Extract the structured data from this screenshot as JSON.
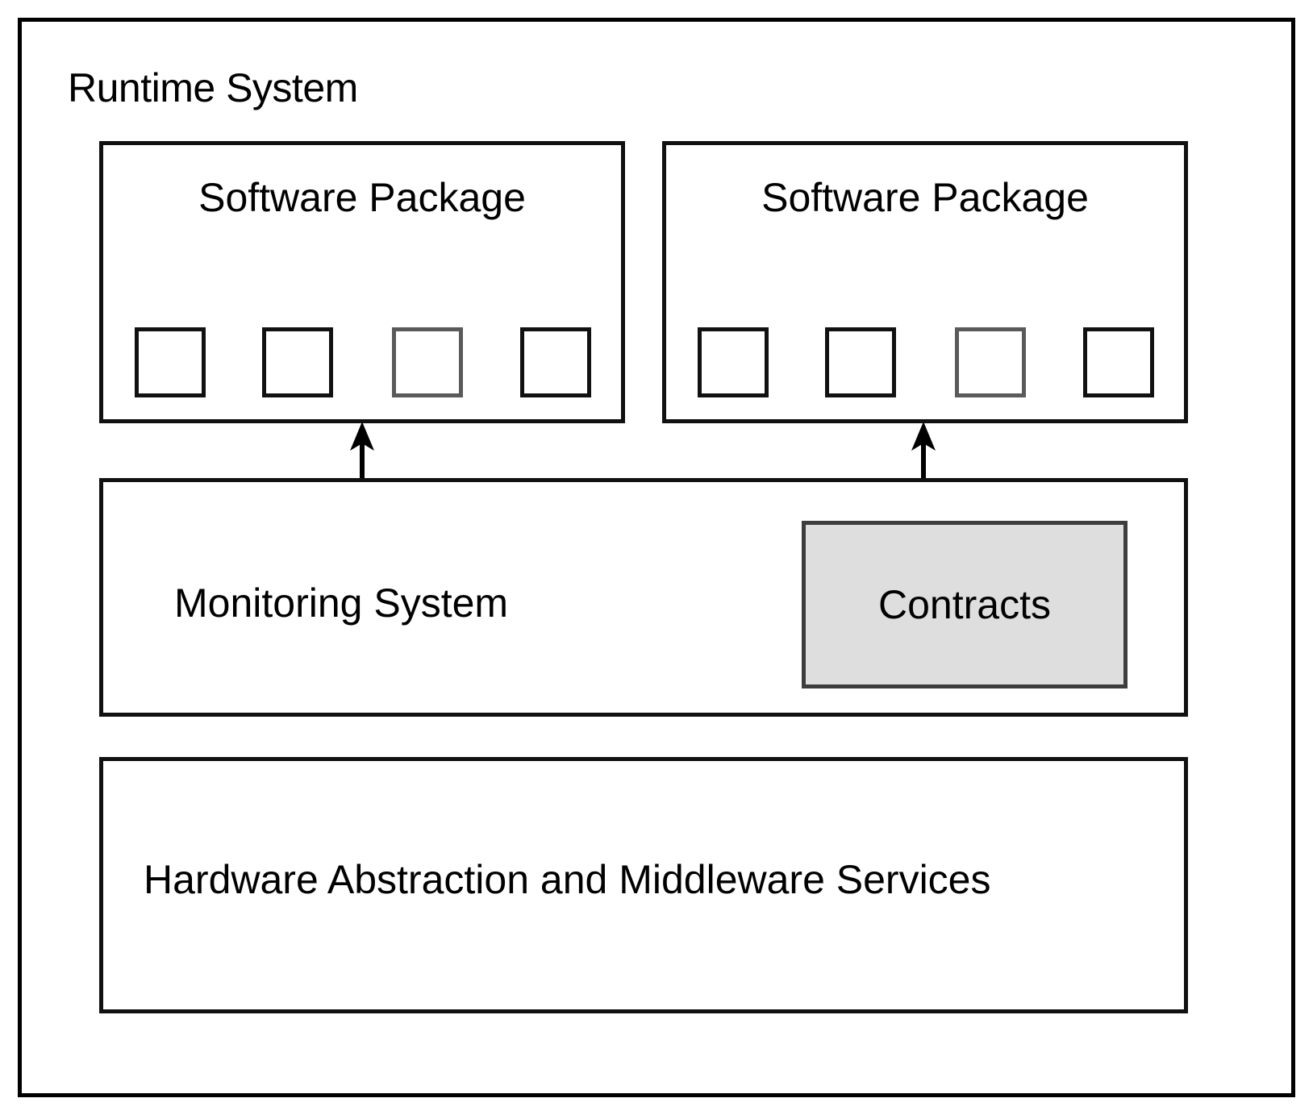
{
  "diagram": {
    "title": "Runtime System",
    "packages": [
      {
        "label": "Software Package",
        "components": [
          {
            "name": "component-1",
            "style": "dark"
          },
          {
            "name": "component-2",
            "style": "dark"
          },
          {
            "name": "component-3",
            "style": "gray"
          },
          {
            "name": "component-4",
            "style": "dark"
          }
        ]
      },
      {
        "label": "Software Package",
        "components": [
          {
            "name": "component-1",
            "style": "dark"
          },
          {
            "name": "component-2",
            "style": "dark"
          },
          {
            "name": "component-3",
            "style": "gray"
          },
          {
            "name": "component-4",
            "style": "dark"
          }
        ]
      }
    ],
    "monitoring": {
      "label": "Monitoring System",
      "contracts_label": "Contracts"
    },
    "hardware": {
      "label": "Hardware Abstraction and Middleware Services"
    },
    "arrows": [
      {
        "name": "arrow-monitoring-to-package-1",
        "direction": "up"
      },
      {
        "name": "arrow-monitoring-to-package-2",
        "direction": "up"
      }
    ],
    "colors": {
      "stroke": "#111111",
      "stroke_light": "#5a5a5a",
      "contracts_fill": "#dedede",
      "contracts_stroke": "#3d3d3d",
      "background": "#ffffff",
      "text": "#000000"
    }
  }
}
